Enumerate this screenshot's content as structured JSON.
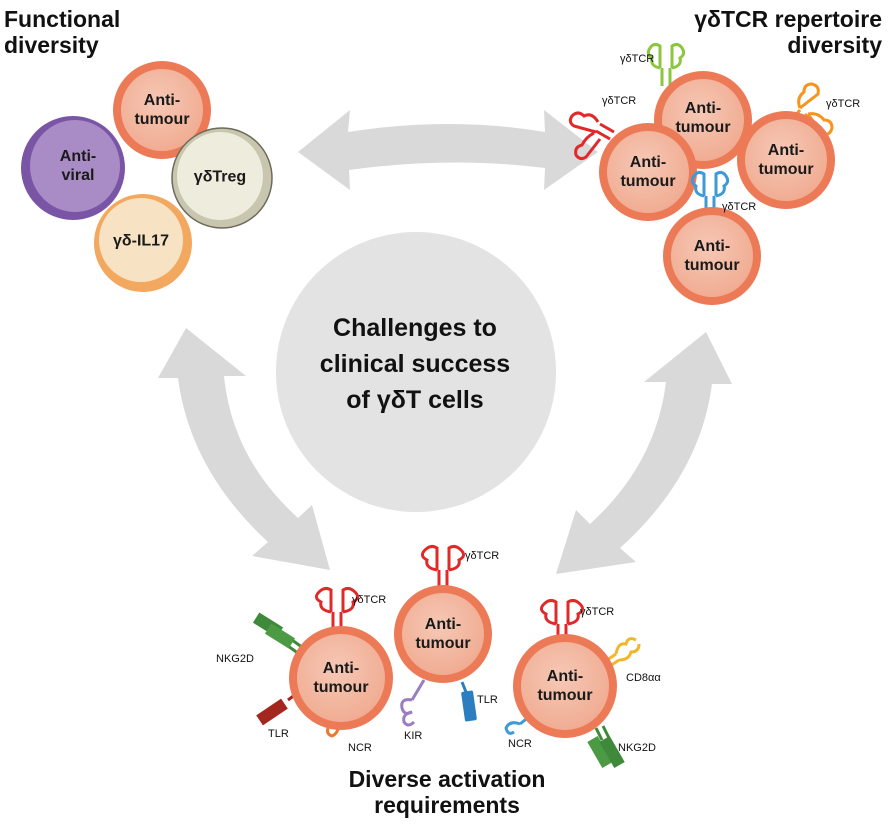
{
  "headings": {
    "functional": [
      "Functional",
      "diversity"
    ],
    "repertoire": [
      "γδTCR repertoire",
      "diversity"
    ],
    "activation": [
      "Diverse activation",
      "requirements"
    ]
  },
  "center": [
    "Challenges to",
    "clinical success",
    "of γδT cells"
  ],
  "cells": {
    "anti_viral": [
      "Anti-",
      "viral"
    ],
    "anti_tumour": [
      "Anti-",
      "tumour"
    ],
    "treg": "γδTreg",
    "il17": "γδ-IL17"
  },
  "receptors": {
    "tcr": "γδTCR",
    "nkg2d": "NKG2D",
    "tlr": "TLR",
    "ncr": "NCR",
    "kir": "KIR",
    "cd8": "CD8αα"
  },
  "colors": {
    "anti_tumour_fill": "#f2b6a0",
    "anti_tumour_ring": "#ec7a57",
    "anti_viral_fill": "#a98bc6",
    "anti_viral_ring": "#7a55a6",
    "treg_fill": "#eeecdc",
    "il17_fill": "#f7e3c4",
    "il17_ring": "#f2a85e",
    "arrow": "#d9d9d9",
    "center_circle": "#e3e3e3",
    "tcr_red": "#e02a2a",
    "tcr_green": "#8cc63f",
    "tcr_orange": "#f7941d",
    "tcr_blue": "#3d9ad6",
    "nkg2d_green": "#3f8a3a",
    "tlr_red": "#a3271f",
    "tlr_blue": "#2b7fc1",
    "ncr_orange": "#ec7a2c",
    "ncr_blue": "#3d9ad6",
    "kir_purple": "#9a7cc0",
    "cd8_yellow": "#f1b72a"
  }
}
